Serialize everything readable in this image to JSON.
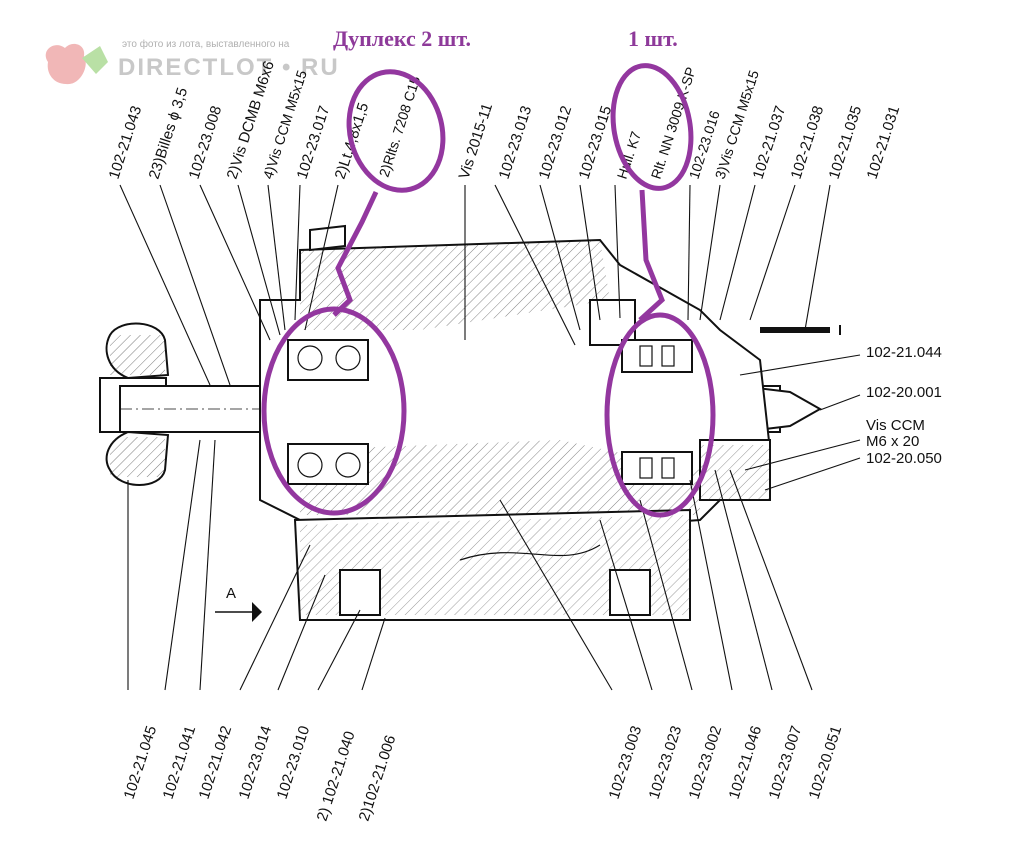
{
  "watermark": {
    "caption": "это фото из лота, выставленного на",
    "brand": "DIRECTLOT • RU"
  },
  "annotations": {
    "duplex": "Дуплекс 2 шт.",
    "single": "1 шт."
  },
  "top_labels": [
    "102-21.043",
    "23)Billes ϕ 3,5",
    "102-23.008",
    "2)Vis DCMB M6x6",
    "4)Vis CCM M5x15",
    "102-23.017",
    "2)Lt.4,8x1,5",
    "2)Rlts. 7208 C15",
    "Vis 2015-11",
    "102-23.013",
    "102-23.012",
    "102-23.015",
    "Huil. K7",
    "Rlt. NN 3009 K-SP",
    "102-23.016",
    "3)Vis CCM M5x15",
    "102-21.037",
    "102-21.038",
    "102-21.035",
    "102-21.031"
  ],
  "right_labels": [
    "102-21.044",
    "102-20.001",
    "Vis CCM",
    "M6 x 20",
    "102-20.050"
  ],
  "bottom_labels": [
    "102-21.045",
    "102-21.041",
    "102-21.042",
    "102-23.014",
    "102-23.010",
    "2) 102-21.040",
    "2)102-21.006",
    "102-23.003",
    "102-23.023",
    "102-23.002",
    "102-21.046",
    "102-23.007",
    "102-20.051"
  ],
  "view_marker": "A"
}
